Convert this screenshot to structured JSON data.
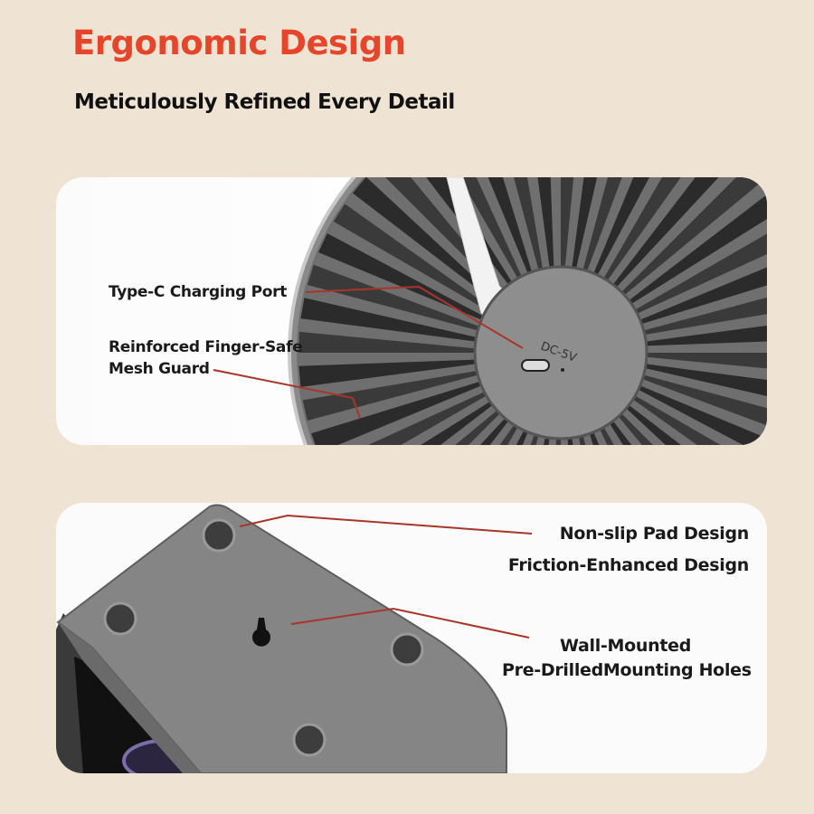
{
  "header": {
    "title": "Ergonomic Design",
    "subtitle": "Meticulously Refined Every Detail"
  },
  "panel_fan": {
    "callouts": [
      "Type-C Charging Port",
      "Reinforced Finger-Safe",
      "Mesh Guard"
    ],
    "port_marking": "DC-5V"
  },
  "panel_base": {
    "callouts": [
      "Non-slip Pad Design",
      "Friction-Enhanced Design",
      "Wall-Mounted",
      "Pre-DrilledMounting Holes"
    ]
  },
  "colors": {
    "background": "#efe3d3",
    "title": "#e5462b",
    "callout_line": "#a8352a"
  }
}
